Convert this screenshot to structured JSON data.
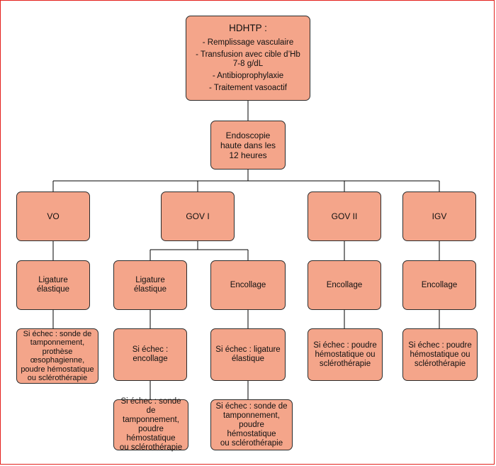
{
  "nodes": {
    "hdhtp": {
      "title": "HDHTP :",
      "items": [
        "- Remplissage vasculaire",
        "- Transfusion avec cible d’Hb\n7-8 g/dL",
        "- Antibioprophylaxie",
        "- Traitement vasoactif"
      ]
    },
    "endoscopie": "Endoscopie\nhaute dans les\n12 heures",
    "vo": "VO",
    "gov1": "GOV I",
    "gov2": "GOV II",
    "igv": "IGV",
    "vo_ligature": "Ligature\nélastique",
    "gov1_ligature": "Ligature\nélastique",
    "gov1_encollage": "Encollage",
    "gov2_encollage": "Encollage",
    "igv_encollage": "Encollage",
    "vo_echec": "Si échec : sonde de\ntamponnement,\nprothèse\nœsophagienne,\npoudre hémostatique\nou sclérothérapie",
    "gov1_echec_encollage": "Si échec : encollage",
    "gov1_echec_ligature": "Si échec : ligature\nélastique",
    "gov2_echec": "Si échec : poudre\nhémostatique ou\nsclérothérapie",
    "igv_echec": "Si échec : poudre\nhémostatique ou\nsclérothérapie",
    "gov1_echec_final_left": "Si échec : sonde de\ntamponnement,\npoudre hémostatique\nou sclérothérapie",
    "gov1_echec_final_right": "Si échec : sonde de\ntamponnement,\npoudre hémostatique\nou sclérothérapie"
  },
  "colors": {
    "node_fill": "#f4a58a",
    "node_border": "#2b2b2b",
    "frame": "#e4201c"
  }
}
